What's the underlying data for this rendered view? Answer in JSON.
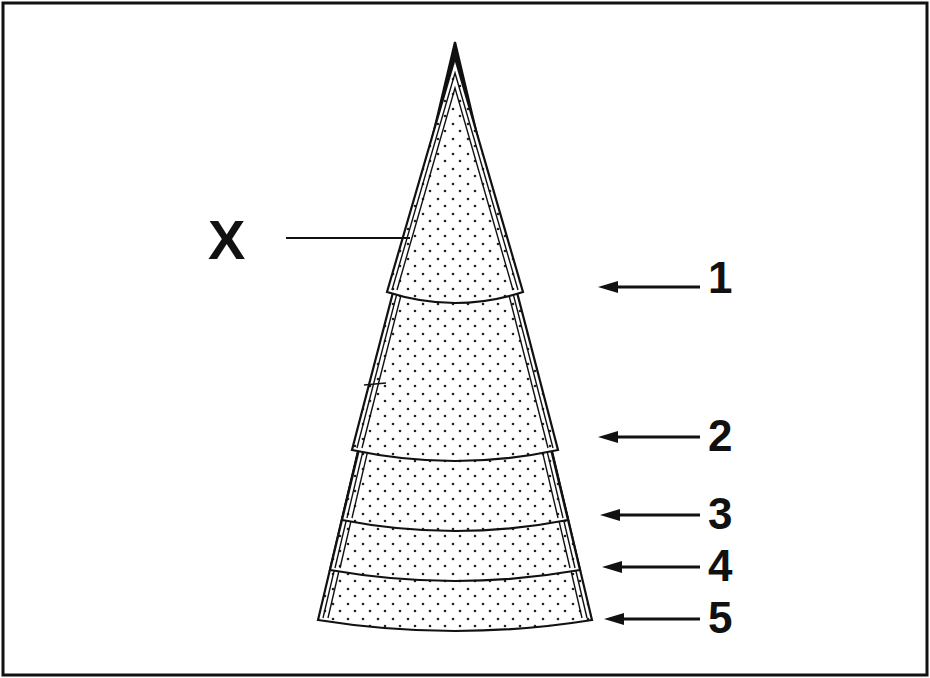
{
  "diagram": {
    "labels": [
      "X",
      "1",
      "2",
      "3",
      "4",
      "5"
    ]
  }
}
